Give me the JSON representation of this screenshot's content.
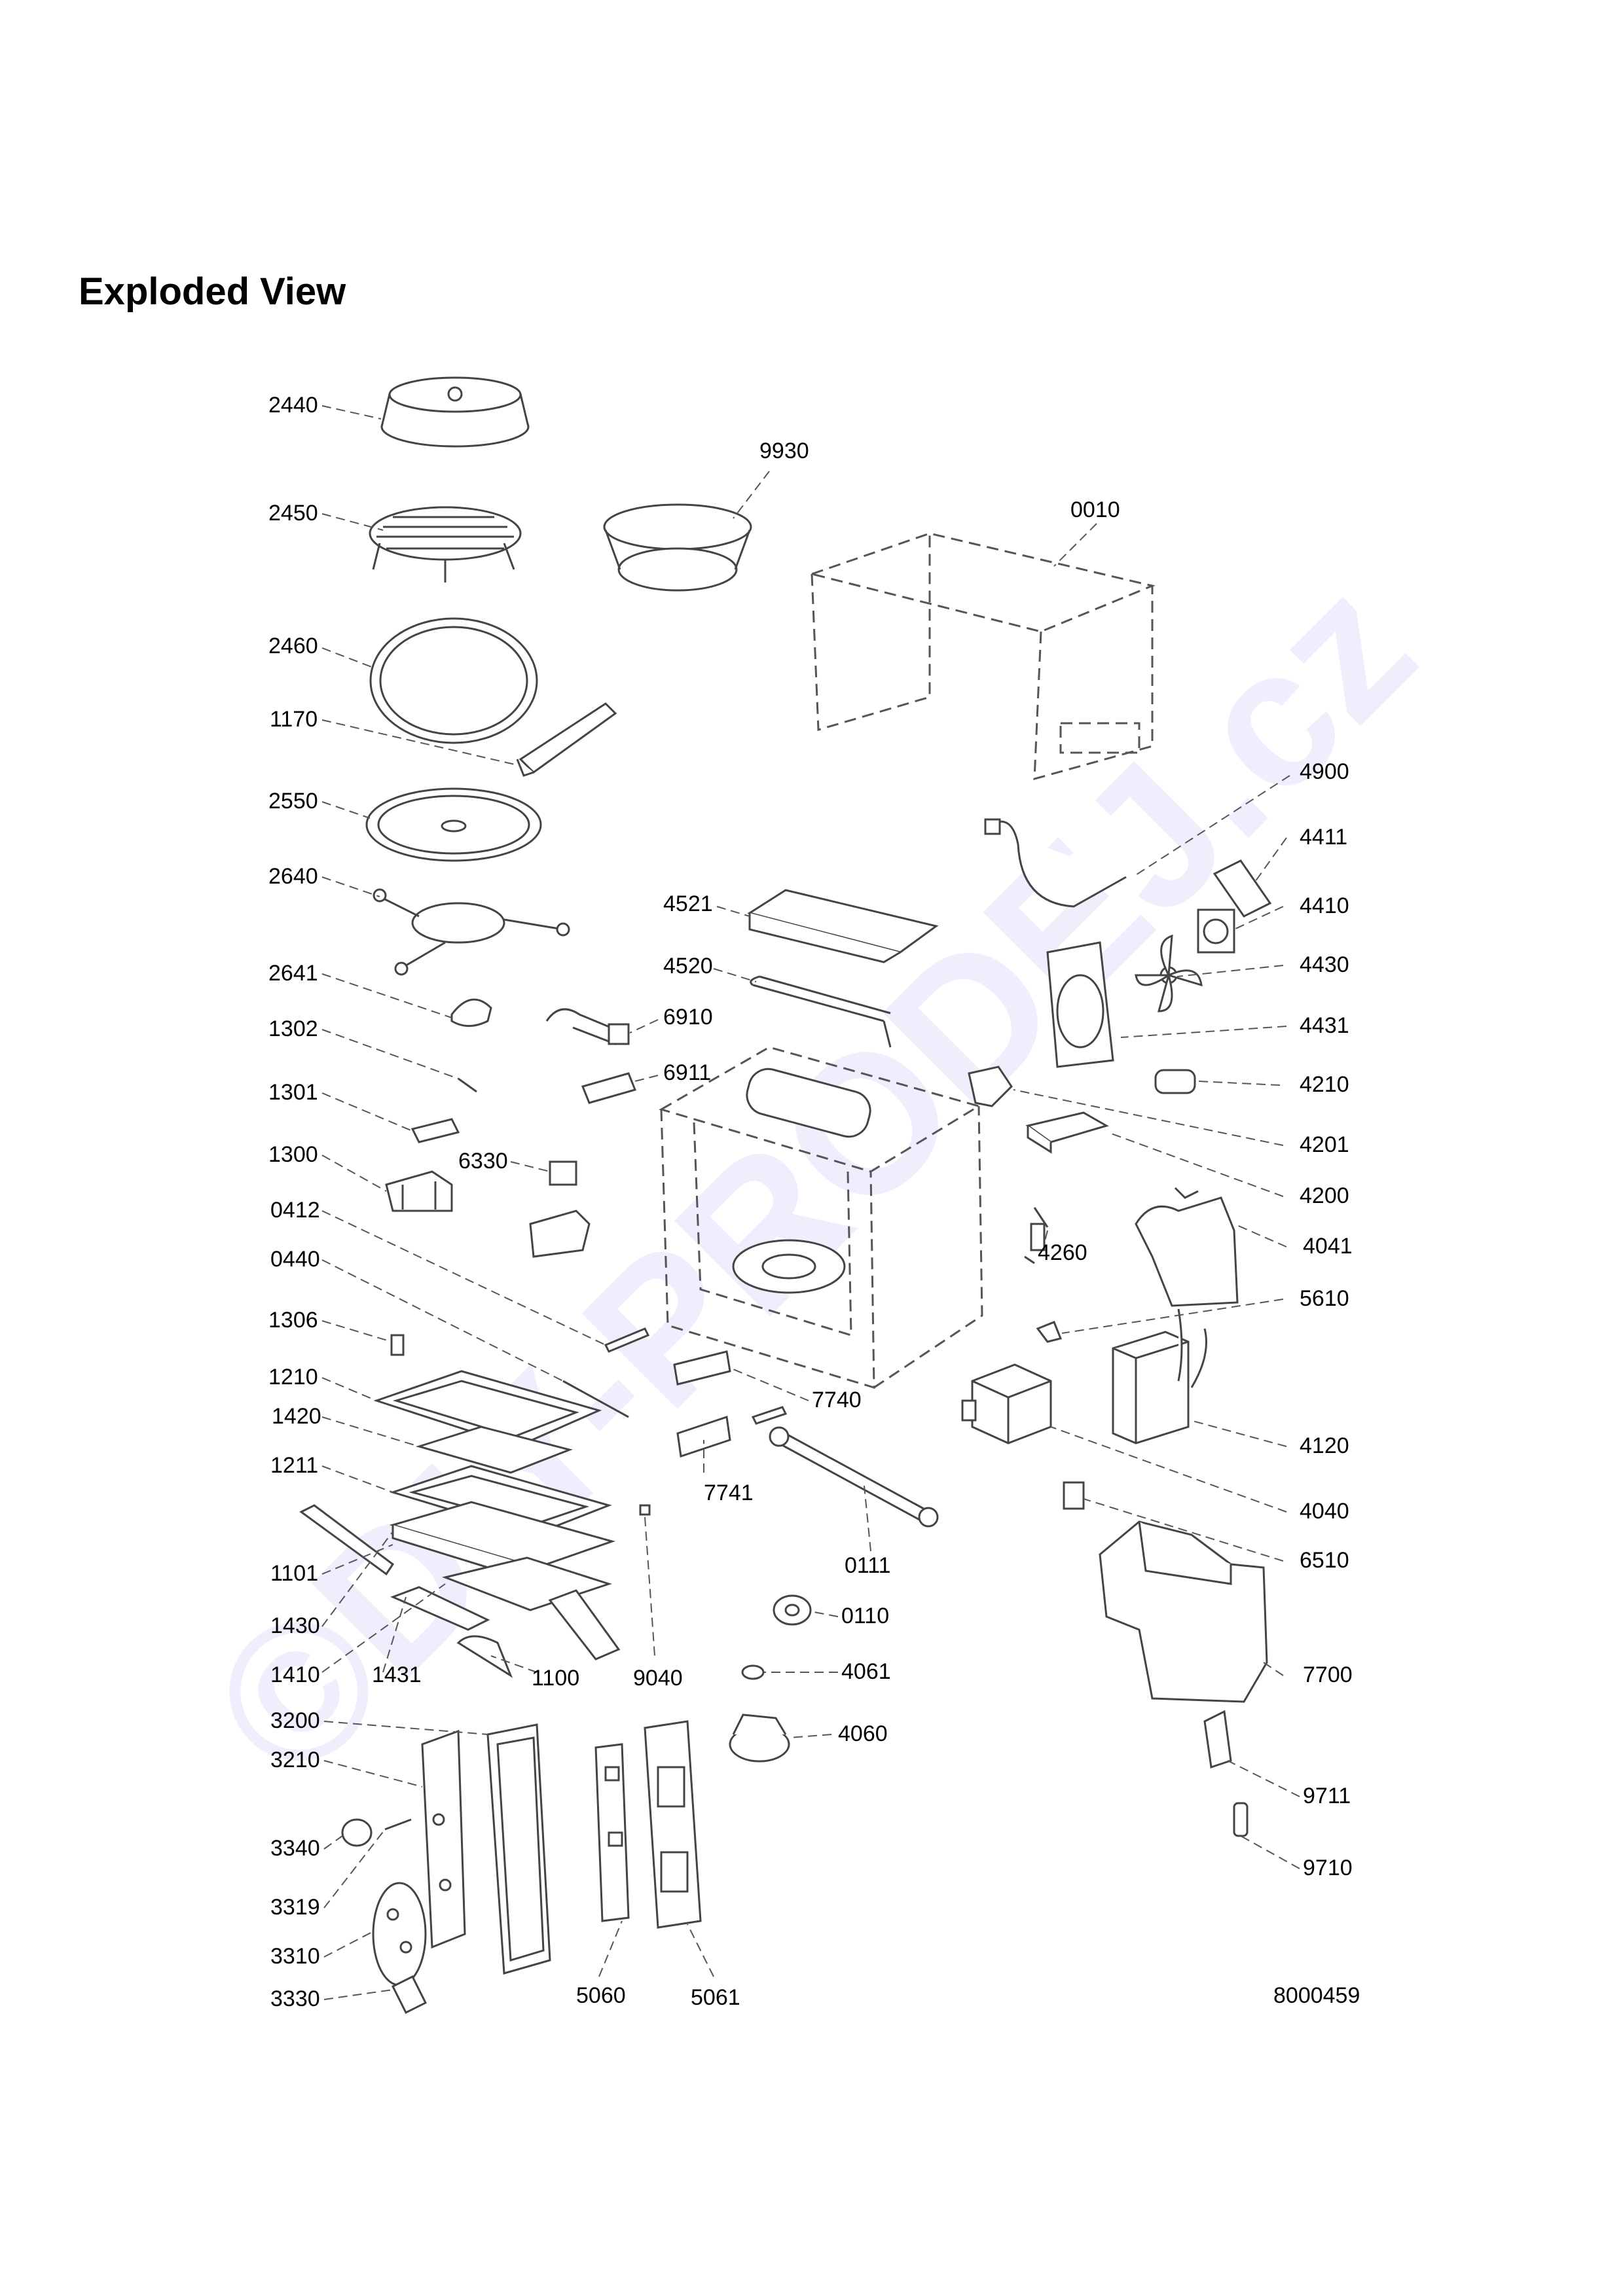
{
  "title": "Exploded View",
  "drawing_number": "8000459",
  "watermark": "©DIY-PRODEJ.cz",
  "part_labels": {
    "p2440": "2440",
    "p9930": "9930",
    "p2450": "2450",
    "p0010": "0010",
    "p2460": "2460",
    "p1170": "1170",
    "p4900": "4900",
    "p2550": "2550",
    "p4411": "4411",
    "p2640": "2640",
    "p4521": "4521",
    "p4410": "4410",
    "p4520": "4520",
    "p4430": "4430",
    "p2641": "2641",
    "p6910": "6910",
    "p4431": "4431",
    "p1302": "1302",
    "p6911": "6911",
    "p4210": "4210",
    "p1301": "1301",
    "p4201": "4201",
    "p1300": "1300",
    "p6330": "6330",
    "p4200": "4200",
    "p0412": "0412",
    "p4041": "4041",
    "p4260": "4260",
    "p0440": "0440",
    "p5610": "5610",
    "p1306": "1306",
    "p1210": "1210",
    "p7740": "7740",
    "p4120": "4120",
    "p1420": "1420",
    "p1211": "1211",
    "p7741": "7741",
    "p4040": "4040",
    "p0111": "0111",
    "p6510": "6510",
    "p1101": "1101",
    "p0110": "0110",
    "p1430": "1430",
    "p4061": "4061",
    "p7700": "7700",
    "p1410": "1410",
    "p1431": "1431",
    "p1100": "1100",
    "p9040": "9040",
    "p3200": "3200",
    "p4060": "4060",
    "p3210": "3210",
    "p9711": "9711",
    "p3340": "3340",
    "p9710": "9710",
    "p3319": "3319",
    "p3310": "3310",
    "p3330": "3330",
    "p5060": "5060",
    "p5061": "5061"
  }
}
